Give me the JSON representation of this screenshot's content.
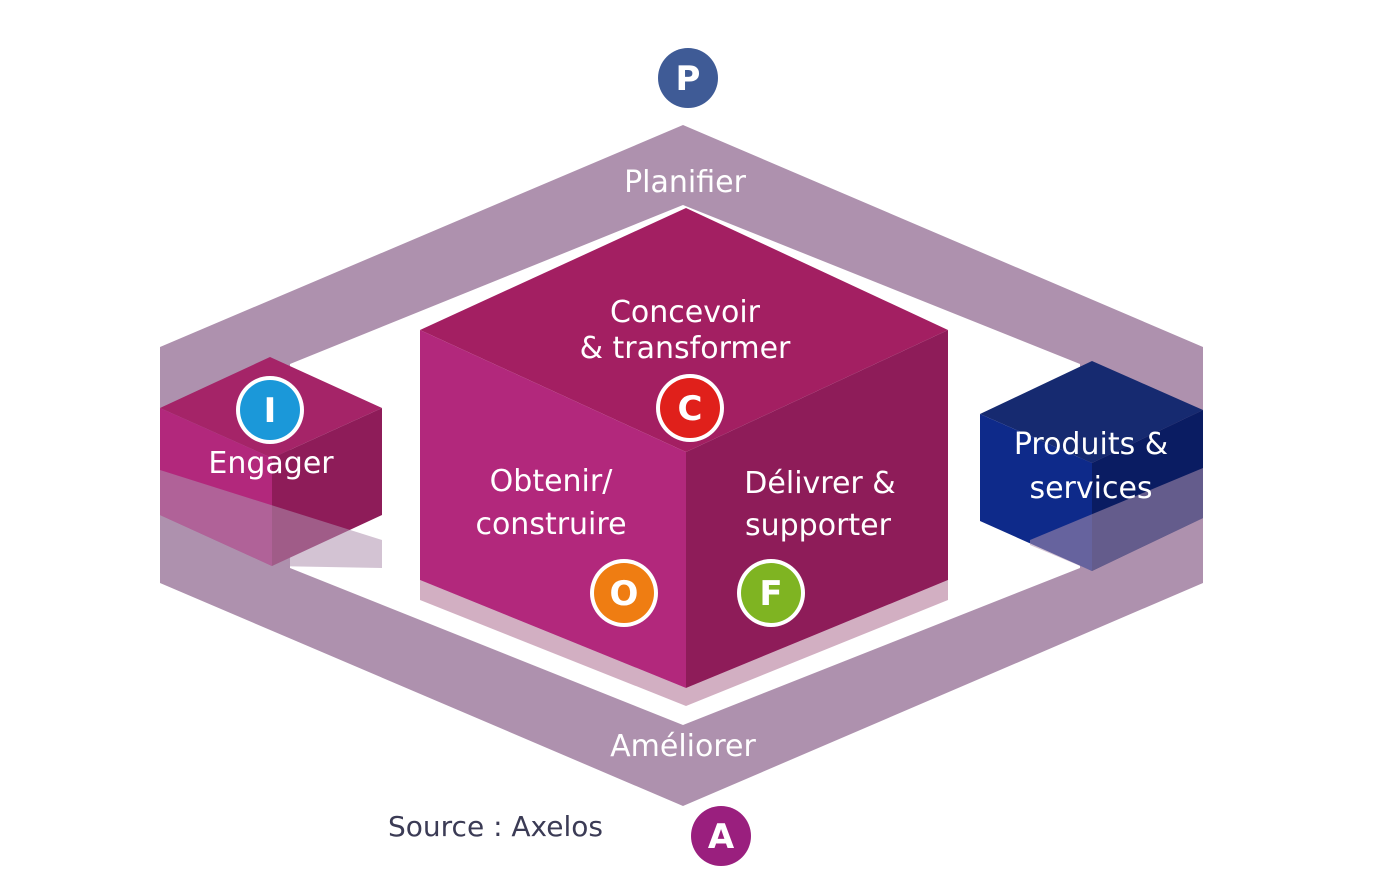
{
  "diagram": {
    "top_badge": "P",
    "bottom_badge": "A",
    "ring": {
      "top_label": "Planifier",
      "bottom_label": "Améliorer"
    },
    "left_cube": {
      "badge": "I",
      "label": "Engager"
    },
    "center_cube": {
      "top_line1": "Concevoir",
      "top_line2": "& transformer",
      "top_badge": "C",
      "left_line1": "Obtenir/",
      "left_line2": "construire",
      "left_badge": "O",
      "right_line1": "Délivrer &",
      "right_line2": "supporter",
      "right_badge": "F"
    },
    "right_cube": {
      "line1": "Produits &",
      "line2": "services"
    },
    "source": "Source : Axelos"
  },
  "colors": {
    "ring": "#ae91ae",
    "magenta_top": "#a31f62",
    "magenta_left": "#b2287c",
    "magenta_right": "#8e1c59",
    "navy_top": "#162a70",
    "navy_left": "#0e2a8a",
    "navy_right": "#0a1c62",
    "badge_p": "#3f5b96",
    "badge_a": "#9a1f7e",
    "badge_i": "#1b98d9",
    "badge_c": "#e0201b",
    "badge_o": "#ef7d12",
    "badge_f": "#7fb422"
  }
}
